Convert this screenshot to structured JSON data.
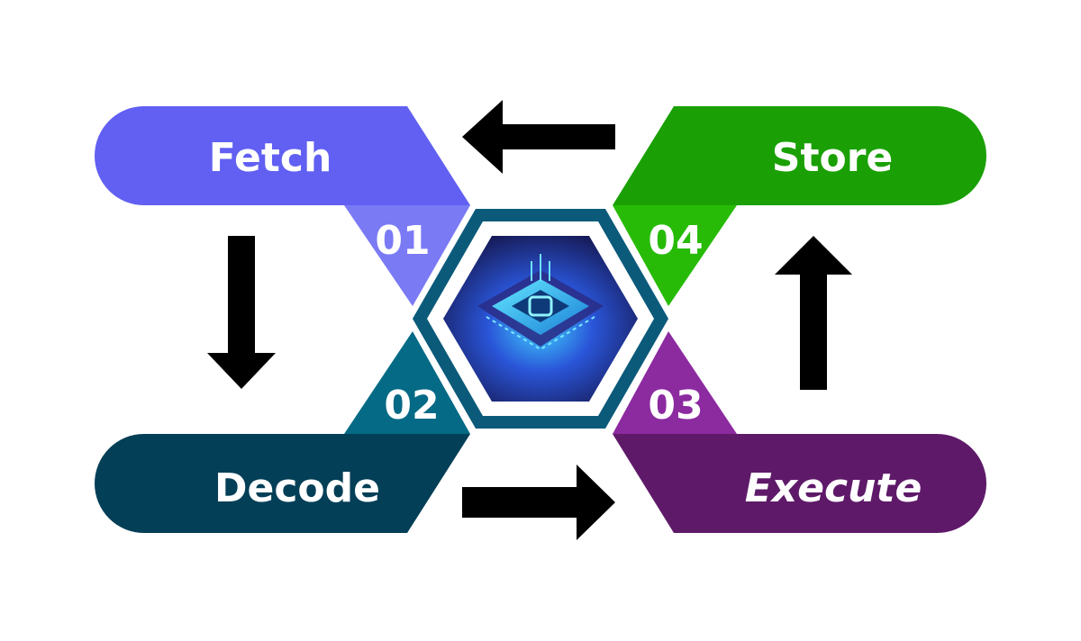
{
  "stages": [
    {
      "id": "fetch",
      "label": "Fetch",
      "number": "01",
      "color": "#6160f2",
      "accent": "#7a7af5"
    },
    {
      "id": "decode",
      "label": "Decode",
      "number": "02",
      "color": "#033f57",
      "accent": "#046a86"
    },
    {
      "id": "execute",
      "label": "Execute",
      "number": "03",
      "color": "#5e1a69",
      "accent": "#8c2aa0"
    },
    {
      "id": "store",
      "label": "Store",
      "number": "04",
      "color": "#1aa004",
      "accent": "#27bb08"
    }
  ],
  "center": {
    "image": "cpu-chip",
    "ring_color": "#0b5a7a",
    "inner_color": "#1f2a7a"
  },
  "arrows": [
    {
      "from": "fetch",
      "to": "decode",
      "direction": "down"
    },
    {
      "from": "decode",
      "to": "execute",
      "direction": "right"
    },
    {
      "from": "execute",
      "to": "store",
      "direction": "up"
    },
    {
      "from": "store",
      "to": "fetch",
      "direction": "left"
    }
  ]
}
